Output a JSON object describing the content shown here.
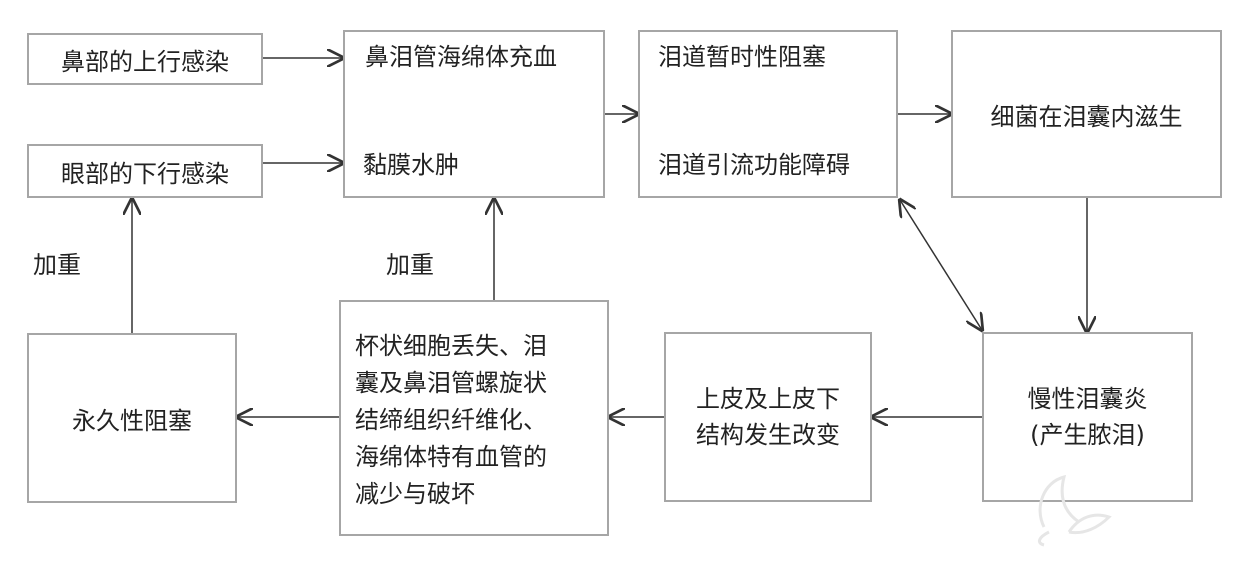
{
  "nodes": {
    "nasal_infection": "鼻部的上行感染",
    "eye_infection": "眼部的下行感染",
    "congestion": "鼻泪管海绵体充血",
    "edema": "黏膜水肿",
    "temp_obstruction": "泪道暂时性阻塞",
    "drainage_dysfunction": "泪道引流功能障碍",
    "bacteria": "细菌在泪囊内滋生",
    "chronic_1": "慢性泪囊炎",
    "chronic_2": "(产生脓泪)",
    "epithelium_1": "上皮及上皮下",
    "epithelium_2": "结构发生改变",
    "goblet_1": "杯状细胞丢失、泪",
    "goblet_2": "囊及鼻泪管螺旋状",
    "goblet_3": "结缔组织纤维化、",
    "goblet_4": "海绵体特有血管的",
    "goblet_5": "减少与破坏",
    "permanent": "永久性阻塞"
  },
  "labels": {
    "aggravate_left": "加重",
    "aggravate_mid": "加重"
  },
  "colors": {
    "border": "#a6a6a6",
    "text": "#222222",
    "arrow": "#333333"
  }
}
